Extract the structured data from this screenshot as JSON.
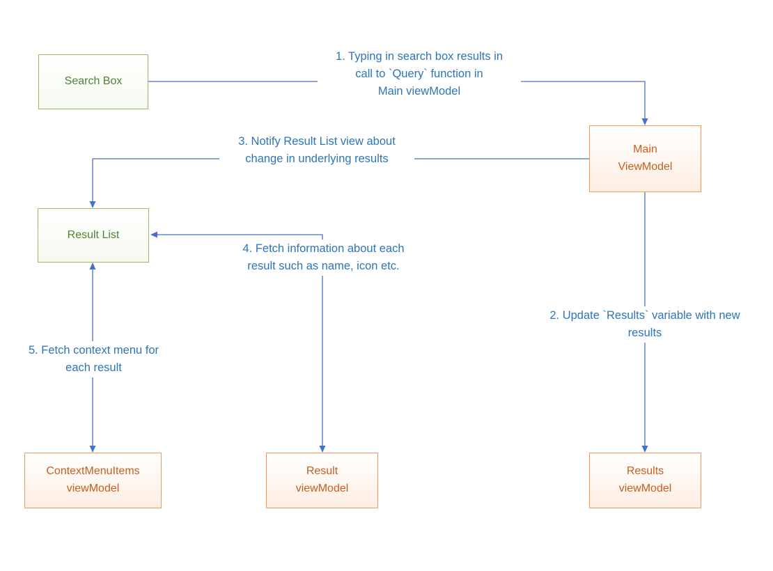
{
  "diagram": {
    "title": "Search MVVM flow diagram",
    "nodes": {
      "search_box": {
        "label": "Search Box"
      },
      "main_viewmodel": {
        "label": "Main\nViewModel"
      },
      "result_list": {
        "label": "Result List"
      },
      "contextmenuitems_viewmodel": {
        "label": "ContextMenuItems\nviewModel"
      },
      "result_viewmodel": {
        "label": "Result\nviewModel"
      },
      "results_viewmodel": {
        "label": "Results\nviewModel"
      }
    },
    "annotations": {
      "step1": "1. Typing in search box results in\ncall to `Query` function in\nMain viewModel",
      "step2": "2. Update `Results` variable with new\nresults",
      "step3": "3. Notify Result List view about\nchange in underlying results",
      "step4": "4. Fetch information about each\nresult such as name, icon etc.",
      "step5": "5. Fetch context menu for\neach result"
    },
    "colors": {
      "green_border": "#9ab869",
      "green_text": "#538135",
      "orange_border": "#ed9a5f",
      "orange_text": "#c55f1f",
      "arrow": "#4472c4",
      "annotation_text": "#2e75b6"
    }
  }
}
